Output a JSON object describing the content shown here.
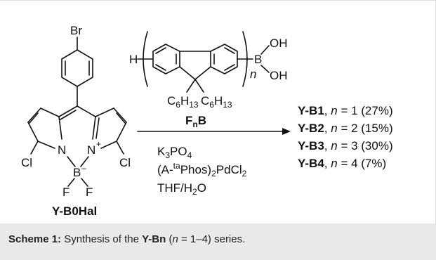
{
  "scheme": {
    "reactant": {
      "label": "Y-B0Hal",
      "atom_br": "Br",
      "atom_cl_left": "Cl",
      "atom_cl_right": "Cl",
      "atom_n_left": "N",
      "atom_n_right": "N",
      "charge_plus": "+",
      "atom_b": "B",
      "charge_minus": "–",
      "atom_f_left": "F",
      "atom_f_right": "F"
    },
    "reagent": {
      "label_main": "F",
      "label_sub": "n",
      "label_tail": "B",
      "h_atom": "H",
      "b_atom": "B",
      "oh_top": "OH",
      "oh_bottom": "OH",
      "repeat_var": "n",
      "alkyl_left_c": "C",
      "alkyl_left_c_sub": "6",
      "alkyl_left_h": "H",
      "alkyl_left_h_sub": "13",
      "alkyl_right_c": "C",
      "alkyl_right_c_sub": "6",
      "alkyl_right_h": "H",
      "alkyl_right_h_sub": "13"
    },
    "conditions": {
      "base_a": "K",
      "base_a_sub": "3",
      "base_b": "PO",
      "base_b_sub": "4",
      "catalyst_a": "(A-",
      "catalyst_sup": "ta",
      "catalyst_b": "Phos)",
      "catalyst_sub1": "2",
      "catalyst_c": "PdCl",
      "catalyst_sub2": "2",
      "solvent_a": "THF/H",
      "solvent_sub": "2",
      "solvent_b": "O"
    },
    "products": [
      {
        "name": "Y-B1",
        "detail": ", n = 1 (27%)",
        "pre": ", ",
        "var": "n",
        "post": " = 1 (27%)"
      },
      {
        "name": "Y-B2",
        "detail": ", n = 2 (15%)",
        "pre": ", ",
        "var": "n",
        "post": " = 2 (15%)"
      },
      {
        "name": "Y-B3",
        "detail": ", n = 3 (30%)",
        "pre": ", ",
        "var": "n",
        "post": " = 3 (30%)"
      },
      {
        "name": "Y-B4",
        "detail": ", n = 4 (7%)",
        "pre": ", ",
        "var": "n",
        "post": " = 4 (7%)"
      }
    ]
  },
  "caption": {
    "label": "Scheme 1:",
    "text_a": " Synthesis of the ",
    "series": "Y-Bn",
    "text_b": " (",
    "var": "n",
    "text_c": " = 1–4) series."
  }
}
